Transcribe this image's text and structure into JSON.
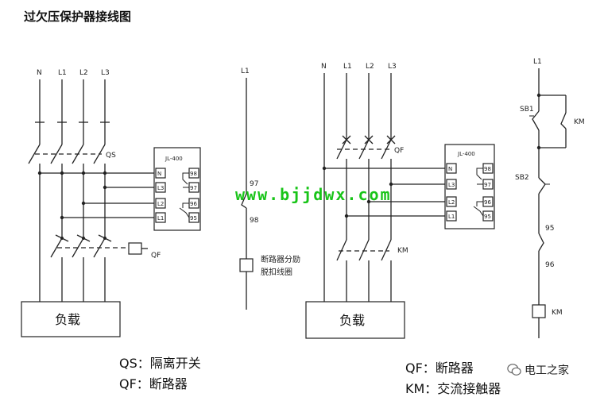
{
  "title": "过欠压保护器接线图",
  "watermark": "www.bjjdwx.com",
  "brand": "电工之家",
  "left_diagram": {
    "phases": [
      "N",
      "L1",
      "L2",
      "L3"
    ],
    "switch_label": "QS",
    "relay_label": "JL-400",
    "relay_inputs": [
      "N",
      "L3",
      "L2",
      "L1"
    ],
    "relay_outputs": [
      "98",
      "97",
      "96",
      "95"
    ],
    "breaker_label": "QF",
    "load_label": "负载"
  },
  "middle_diagram": {
    "supply": "L1",
    "contact_top": "97",
    "contact_bottom": "98",
    "coil_label_1": "断路器分励",
    "coil_label_2": "脱扣线圈"
  },
  "right_diagram": {
    "phases": [
      "N",
      "L1",
      "L2",
      "L3"
    ],
    "breaker_label": "QF",
    "relay_label": "JL-400",
    "relay_inputs": [
      "N",
      "L3",
      "L2",
      "L1"
    ],
    "relay_outputs": [
      "98",
      "97",
      "96",
      "95"
    ],
    "contactor_label": "KM",
    "load_label": "负载"
  },
  "control_circuit": {
    "supply": "L1",
    "start_button": "SB1",
    "hold_contact": "KM",
    "stop_button": "SB2",
    "contact_top": "95",
    "contact_bottom": "96",
    "coil": "KM"
  },
  "legend_left": [
    "QS：隔离开关",
    "QF：断路器"
  ],
  "legend_right": [
    "QF：断路器",
    "KM：交流接触器"
  ]
}
